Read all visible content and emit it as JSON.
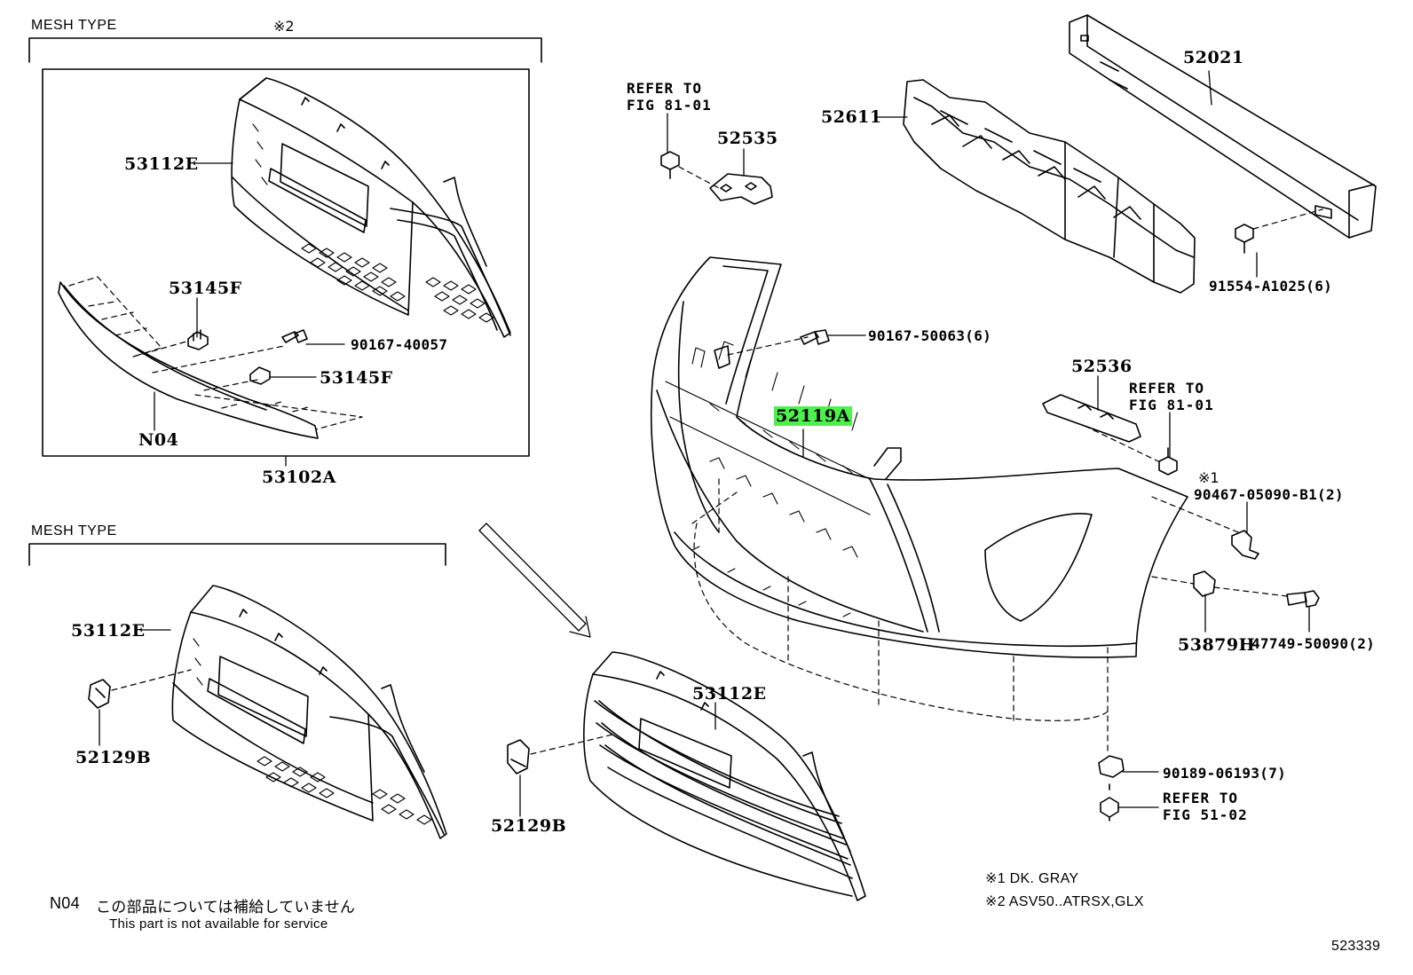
{
  "colors": {
    "line": "#000000",
    "background": "#ffffff",
    "highlight": "#4df04d"
  },
  "box1": {
    "header": "MESH TYPE",
    "mark": "※2"
  },
  "box2": {
    "header": "MESH TYPE"
  },
  "parts": {
    "p53112E_a": "53112E",
    "p53145F_a": "53145F",
    "p90167_40057": "90167-40057",
    "p53145F_b": "53145F",
    "pN04": "N04",
    "p53102A": "53102A",
    "p53112E_b": "53112E",
    "p52129B_a": "52129B",
    "p53112E_c": "53112E",
    "p52129B_b": "52129B",
    "p52535": "52535",
    "p52611": "52611",
    "p52021": "52021",
    "p91554": "91554-A1025(6)",
    "p90167_50063": "90167-50063(6)",
    "p52119A": "52119A",
    "p52536": "52536",
    "p90467": "90467-05090-B1(2)",
    "p53879H": "53879H",
    "p47749": "47749-50090(2)",
    "p90189": "90189-06193(7)"
  },
  "refs": {
    "ref1_line1": "REFER TO",
    "ref1_line2": "FIG 81-01",
    "ref2_line1": "REFER TO",
    "ref2_line2": "FIG 81-01",
    "ref3_line1": "REFER TO",
    "ref3_line2": "FIG 51-02"
  },
  "mark1": "※1",
  "notes": {
    "n04_code": "N04",
    "n04_jp": "この部品については補給していません",
    "n04_en": "This part is not available for service",
    "mark1_note": "※1 DK. GRAY",
    "mark2_note": "※2 ASV50..ATRSX,GLX",
    "diagram_id": "523339"
  }
}
